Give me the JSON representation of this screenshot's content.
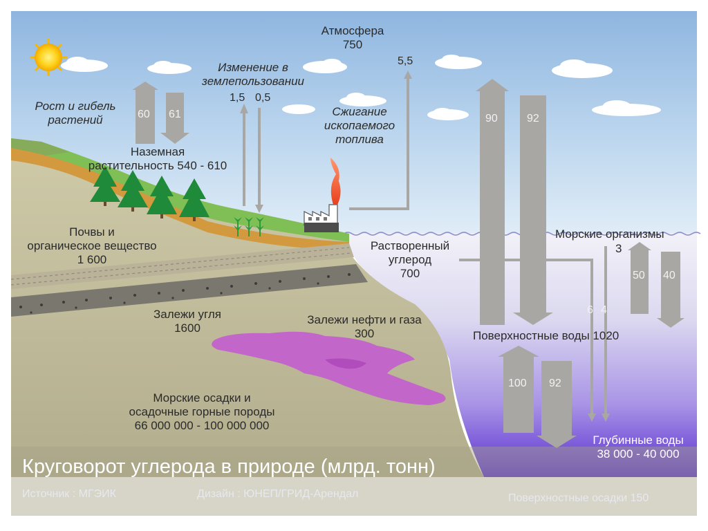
{
  "labels": {
    "atmosphere": [
      "Атмосфера",
      "750"
    ],
    "land_use": [
      "Изменение в",
      "землепользовании"
    ],
    "land_use_values": [
      "1,5",
      "0,5"
    ],
    "fuel_flux": "5,5",
    "plant_growth": [
      "Рост и гибель",
      "растений"
    ],
    "fossil_fuel": [
      "Сжигание",
      "ископаемого",
      "топлива"
    ],
    "land_vegetation": [
      "Наземная",
      "растительность 540 - 610"
    ],
    "soils": [
      "Почвы и",
      "органическое вещество",
      "1 600"
    ],
    "dissolved_carbon": [
      "Растворенный",
      "углерод",
      "700"
    ],
    "marine_organisms": [
      "Морские организмы",
      "3"
    ],
    "coal": [
      "Залежи угля",
      "1600"
    ],
    "oil_gas": [
      "Залежи нефти и газа",
      "300"
    ],
    "surface_waters": "Поверхностные воды 1020",
    "sediments": [
      "Морские осадки и",
      "осадочные горные породы",
      "66 000 000 - 100 000 000"
    ],
    "deep_waters": [
      "Глубинные воды",
      "38 000 - 40 000"
    ],
    "surface_sediments": "Поверхностные осадки 150"
  },
  "arrows": {
    "plants_up": "60",
    "plants_down": "61",
    "ocean_up": "90",
    "ocean_down": "92",
    "bio_up": "50",
    "bio_down": "40",
    "deep_up": "100",
    "deep_down": "92",
    "dissolved_to_deep": "6",
    "bio_to_deep": "4"
  },
  "footer": {
    "title": "Круговорот углерода в природе (млрд. тонн)",
    "source": "Источник : МГЭИК",
    "design": "Дизайн : ЮНЕП/ГРИД-Арендал"
  },
  "colors": {
    "sky": "#b8d4ee",
    "land": "#c8c4a2",
    "grass": "#76c24a",
    "soil_band": "#d09a3e",
    "ocean_surface": "#ecebf6",
    "ocean_deep": "#6a3dd8",
    "oil_gas": "#c264c8",
    "arrows": "#a9a7a4",
    "sun": "#ffd21c"
  }
}
